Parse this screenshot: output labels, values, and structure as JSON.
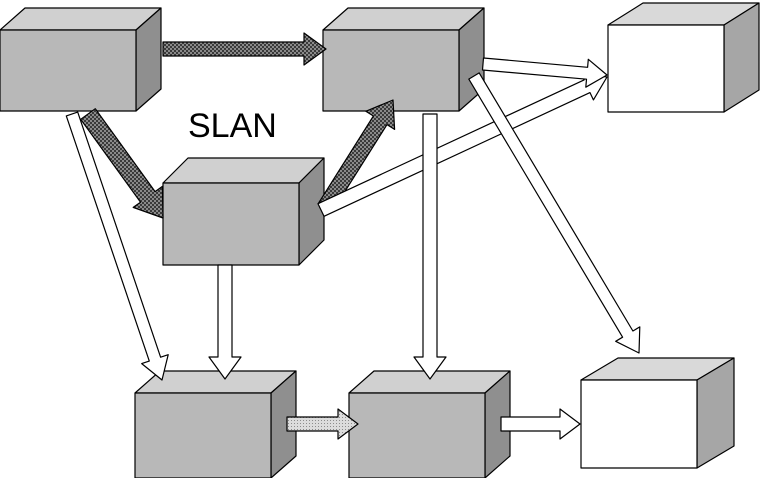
{
  "diagram": {
    "label": "SLAN",
    "colors": {
      "gray_front": "#b8b8b8",
      "gray_top": "#d0d0d0",
      "gray_side": "#8f8f8f",
      "white_front": "#ffffff",
      "white_top": "#d9d9d9",
      "white_side": "#a6a6a6",
      "outline": "#000000"
    },
    "boxes": [
      {
        "id": "box-top-left",
        "fill": "gray"
      },
      {
        "id": "box-top-middle",
        "fill": "gray"
      },
      {
        "id": "box-top-right",
        "fill": "white"
      },
      {
        "id": "box-center",
        "fill": "gray"
      },
      {
        "id": "box-bottom-left",
        "fill": "gray"
      },
      {
        "id": "box-bottom-middle",
        "fill": "gray"
      },
      {
        "id": "box-bottom-right",
        "fill": "white"
      }
    ],
    "arrows": [
      {
        "from": "box-top-left",
        "to": "box-top-middle",
        "style": "dark-checkered"
      },
      {
        "from": "box-top-left",
        "to": "box-center",
        "style": "dark-checkered"
      },
      {
        "from": "box-center",
        "to": "box-top-middle",
        "style": "dark-checkered"
      },
      {
        "from": "box-center",
        "to": "box-top-right",
        "style": "white"
      },
      {
        "from": "box-top-middle",
        "to": "box-top-right",
        "style": "white"
      },
      {
        "from": "box-top-middle",
        "to": "box-bottom-right",
        "style": "white"
      },
      {
        "from": "box-top-left",
        "to": "box-bottom-left",
        "style": "white"
      },
      {
        "from": "box-center",
        "to": "box-bottom-left",
        "style": "white"
      },
      {
        "from": "box-top-middle",
        "to": "box-bottom-middle",
        "style": "white"
      },
      {
        "from": "box-bottom-left",
        "to": "box-bottom-middle",
        "style": "light-dotted"
      },
      {
        "from": "box-bottom-middle",
        "to": "box-bottom-right",
        "style": "white"
      }
    ]
  }
}
